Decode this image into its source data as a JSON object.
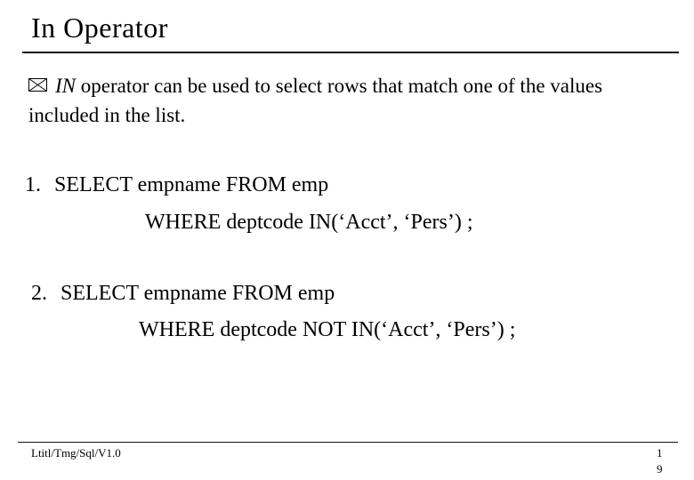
{
  "slide": {
    "title": "In Operator",
    "bullet": {
      "icon": "boxed-x-bullet-icon",
      "term": "IN",
      "text": " operator can be used to select rows that match one of the values included in the list."
    },
    "statements": [
      {
        "number": "1.",
        "line1": "SELECT empname FROM emp",
        "line2": "WHERE deptcode IN(‘Acct’, ‘Pers’) ;"
      },
      {
        "number": "2.",
        "line1": "SELECT empname FROM emp",
        "line2": "WHERE deptcode NOT IN(‘Acct’, ‘Pers’) ;"
      }
    ],
    "footer": {
      "doc_ref": "Ltitl/Tmg/Sql/V1.0",
      "page_number": "19"
    },
    "colors": {
      "text": "#000000",
      "background": "#ffffff",
      "rule": "#111111"
    }
  }
}
